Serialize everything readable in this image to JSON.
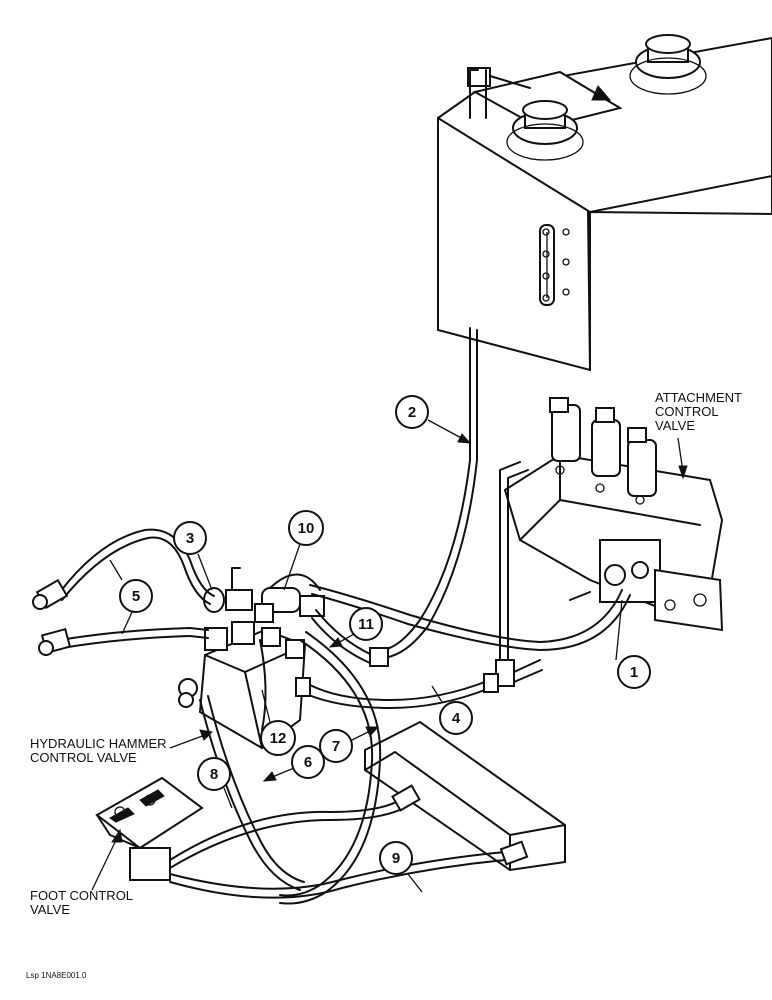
{
  "labels": {
    "attachment_valve": [
      "ATTACHMENT",
      "CONTROL",
      "VALVE"
    ],
    "hammer_valve": [
      "HYDRAULIC HAMMER",
      "CONTROL VALVE"
    ],
    "foot_valve": [
      "FOOT CONTROL",
      "VALVE"
    ],
    "figure_ref": "Lsp 1NA8E001.0"
  },
  "callouts": [
    "1",
    "2",
    "3",
    "4",
    "5",
    "6",
    "7",
    "8",
    "9",
    "10",
    "11",
    "12"
  ]
}
